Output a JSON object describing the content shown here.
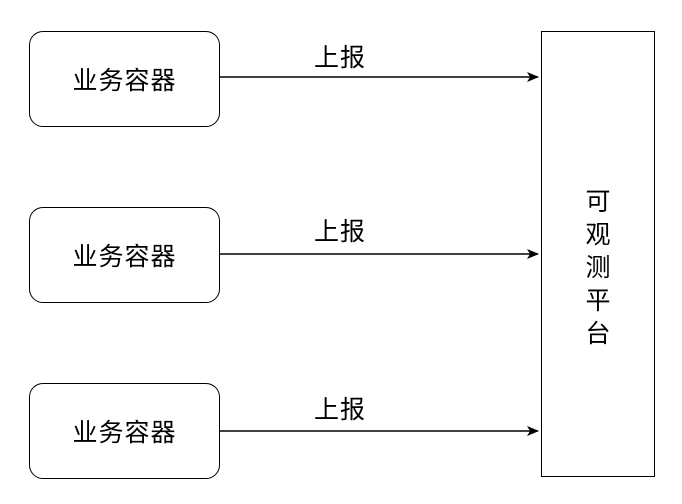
{
  "containers": [
    {
      "label": "业务容器"
    },
    {
      "label": "业务容器"
    },
    {
      "label": "业务容器"
    }
  ],
  "arrows": [
    {
      "label": "上报"
    },
    {
      "label": "上报"
    },
    {
      "label": "上报"
    }
  ],
  "platform": {
    "chars": [
      "可",
      "观",
      "测",
      "平",
      "台"
    ]
  }
}
